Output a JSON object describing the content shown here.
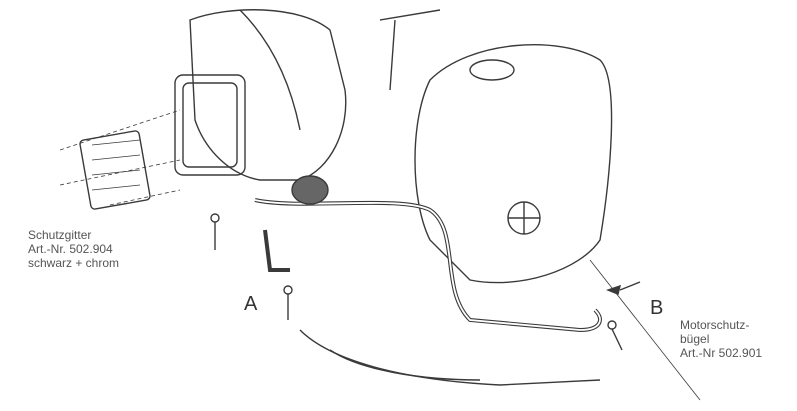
{
  "diagram": {
    "subject": "motorcycle crash bar installation drawing",
    "label_left": {
      "lines": [
        "Schutzgitter",
        "Art.-Nr. 502.904",
        "schwarz + chrom"
      ]
    },
    "label_right": {
      "lines": [
        "Motorschutz-",
        "bügel",
        "Art.-Nr 502.901"
      ]
    },
    "callout_a": "A",
    "callout_b": "B",
    "colors": {
      "line": "#3a3a3a",
      "text": "#555555",
      "background": "#ffffff"
    }
  }
}
